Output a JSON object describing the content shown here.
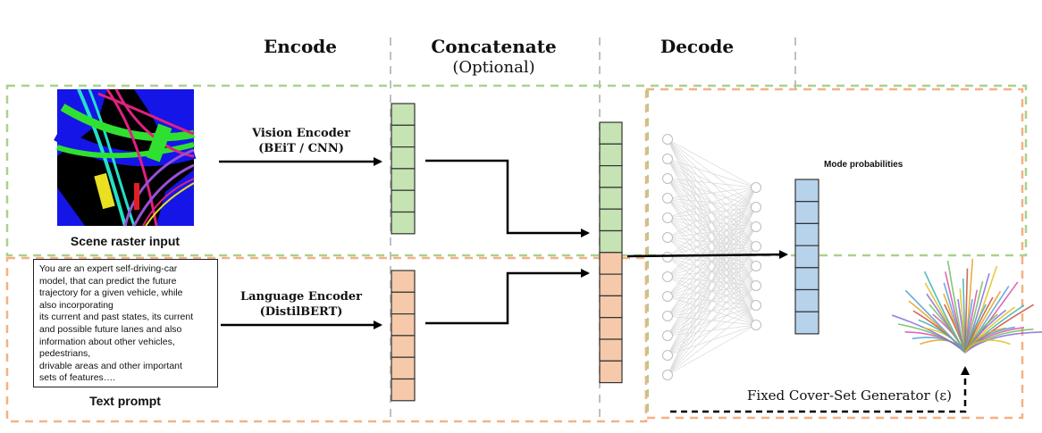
{
  "columns": {
    "encode": "Encode",
    "concatenate": "Concatenate",
    "concatenate_note": "(Optional)",
    "decode": "Decode"
  },
  "vision_encoder": {
    "name": "Vision Encoder",
    "detail": "(BEiT / CNN)"
  },
  "language_encoder": {
    "name": "Language Encoder",
    "detail": "(DistilBERT)"
  },
  "scene_caption": "Scene raster input",
  "text_caption": "Text prompt",
  "prompt_lines": [
    "You are an expert self-driving-car",
    "model, that can predict the future",
    "trajectory for a given vehicle, while",
    "also incorporating",
    "its current and past states, its current",
    "and possible future lanes and also",
    "information about other vehicles,",
    "pedestrians,",
    "drivable areas and other important",
    "sets of features…."
  ],
  "mode_probabilities": "Mode probabilities",
  "generator": "Fixed Cover-Set Generator (ε)",
  "colors": {
    "green_fill": "#c5e3b3",
    "orange_fill": "#f6c9aa",
    "blue_fill": "#b7d3ec",
    "green_dash": "#a9d18e",
    "orange_dash": "#f4b183",
    "divider": "#bfbfbf"
  },
  "vectors": {
    "vision_cells": 6,
    "language_cells": 6,
    "concat_green_cells": 6,
    "concat_orange_cells": 6,
    "output_cells": 7
  },
  "network": {
    "input_nodes": 13,
    "hidden_nodes": 8
  }
}
